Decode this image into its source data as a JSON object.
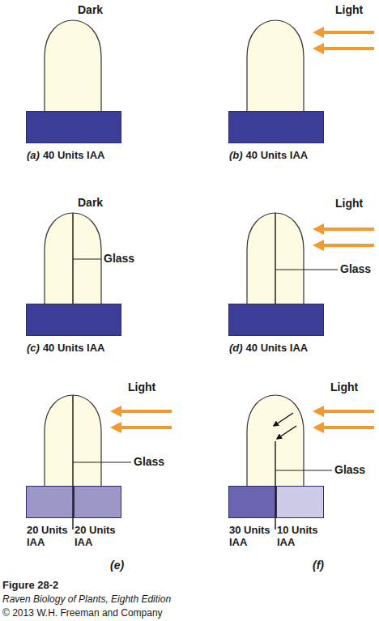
{
  "diagram": {
    "caption": "Figure 28-2",
    "nodes": [
      {
        "text": [
          "(a)",
          "40 Units IAA"
        ]
      },
      {
        "text": [
          "(b)",
          "40 Units IAA"
        ]
      },
      {
        "text": [
          "(c)",
          "40 Units IAA"
        ]
      },
      {
        "text": [
          "(d)",
          "40 Units IAA"
        ]
      },
      {
        "text": [
          "20 Units IAA"
        ]
      },
      {
        "text": [
          "20 Units IAA"
        ]
      },
      {
        "text": [
          "30 Units IAA"
        ]
      },
      {
        "text": [
          "10 Units IAA"
        ]
      }
    ],
    "labels": [
      "Dark",
      "Light",
      "Dark",
      "Glass",
      "Light",
      "Glass",
      "Light",
      "Glass",
      "(e)",
      "Light",
      "Glass",
      "(f)",
      "Raven Biology of Plants, Eighth Edition",
      "© 2013 W.H. Freeman and Company"
    ]
  }
}
